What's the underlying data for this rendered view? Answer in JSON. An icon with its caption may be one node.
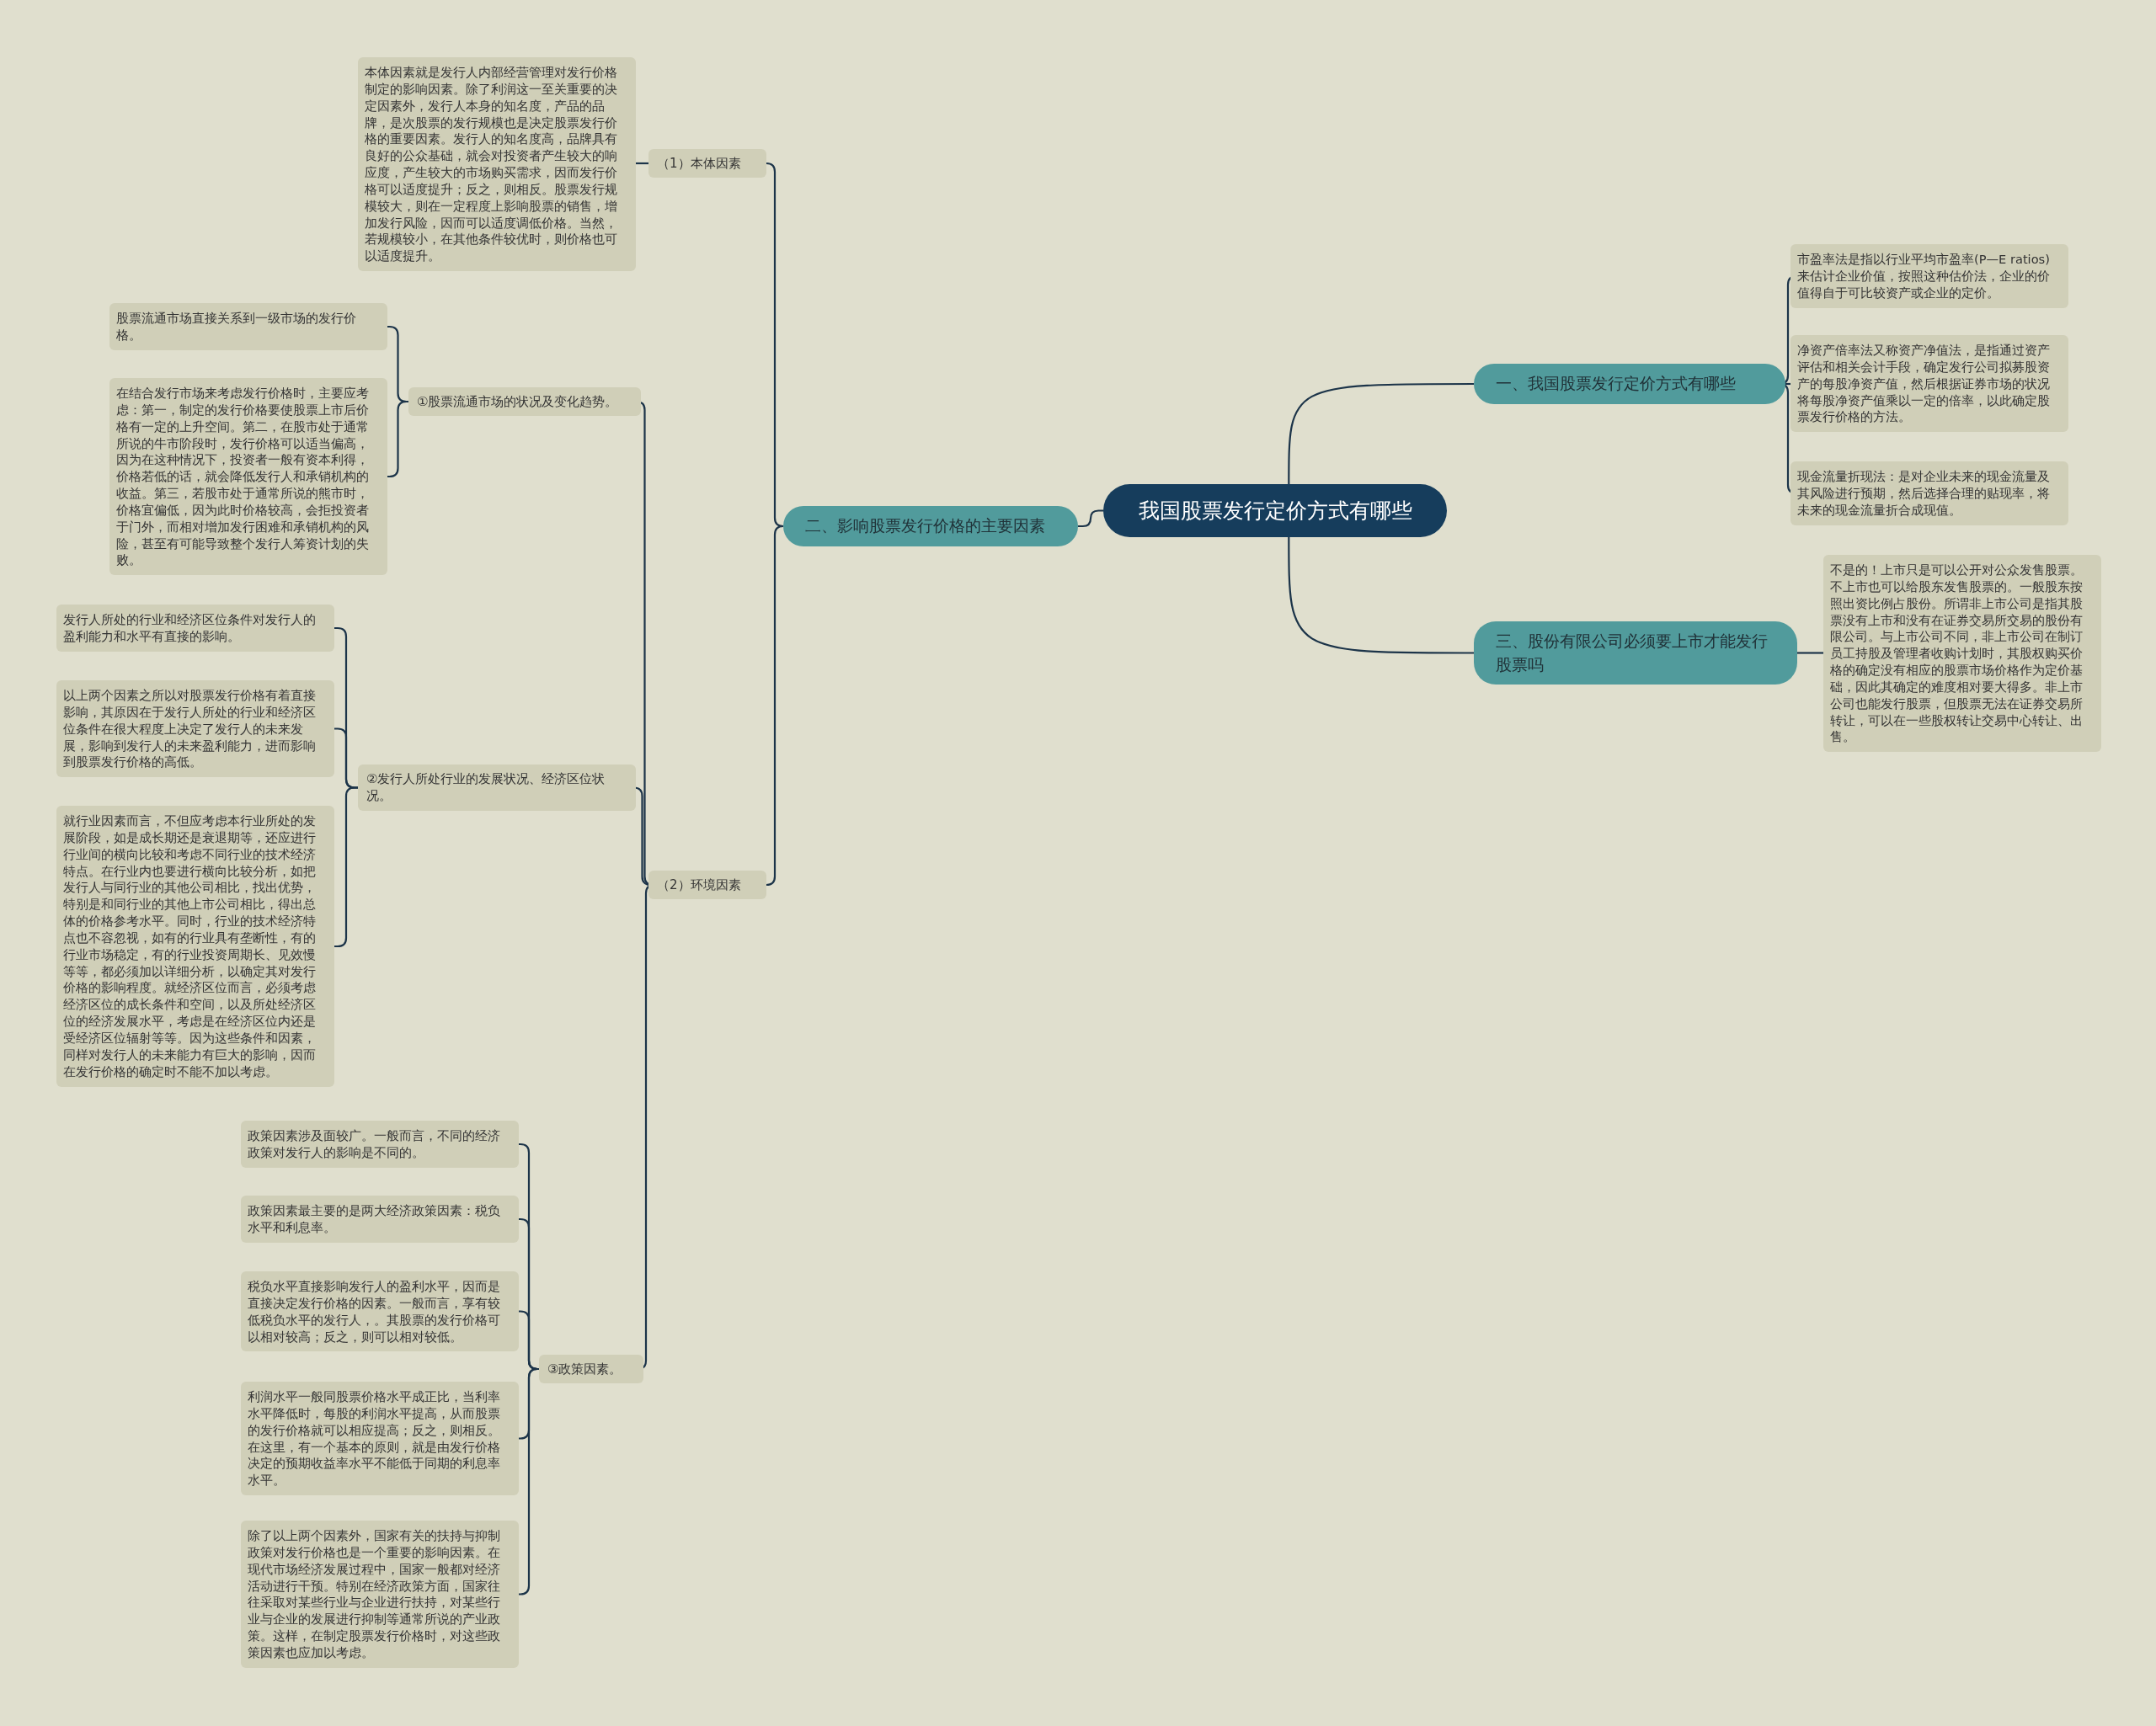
{
  "diagram": {
    "nodes": [
      {
        "text": [
          "我国股票发行定价方式有哪些"
        ]
      },
      {
        "text": [
          "一、我国股票发行定价方式有哪些"
        ]
      },
      {
        "text": [
          "市盈率法是指以行业平均市盈率(P—E ratios)来估计企业价值，按照这种估价法，企业的价值得自于可比较资产或企业的定价。"
        ]
      },
      {
        "text": [
          "净资产倍率法又称资产净值法，是指通过资产评估和相关会计手段，确定发行公司拟募股资产的每股净资产值，然后根据证券市场的状况将每股净资产值乘以一定的倍率，以此确定股票发行价格的方法。"
        ]
      },
      {
        "text": [
          "现金流量折现法：是对企业未来的现金流量及其风险进行预期，然后选择合理的贴现率，将未来的现金流量折合成现值。"
        ]
      },
      {
        "text": [
          "三、股份有限公司必须要上市才能发行股票吗"
        ]
      },
      {
        "text": [
          "不是的！上市只是可以公开对公众发售股票。不上市也可以给股东发售股票的。一般股东按照出资比例占股份。所谓非上市公司是指其股票没有上市和没有在证券交易所交易的股份有限公司。与上市公司不同，非上市公司在制订员工持股及管理者收购计划时，其股权购买价格的确定没有相应的股票市场价格作为定价基础，因此其确定的难度相对要大得多。非上市公司也能发行股票，但股票无法在证券交易所转让，可以在一些股权转让交易中心转让、出售。"
        ]
      },
      {
        "text": [
          "二、影响股票发行价格的主要因素"
        ]
      },
      {
        "text": [
          "（1）本体因素"
        ]
      },
      {
        "text": [
          "本体因素就是发行人内部经营管理对发行价格制定的影响因素。除了利润这一至关重要的决定因素外，发行人本身的知名度，产品的品牌，是次股票的发行规模也是决定股票发行价格的重要因素。发行人的知名度高，品牌具有良好的公众基础，就会对投资者产生较大的响应度，产生较大的市场购买需求，因而发行价格可以适度提升；反之，则相反。股票发行规模较大，则在一定程度上影响股票的销售，增加发行风险，因而可以适度调低价格。当然，若规模较小，在其他条件较优时，则价格也可以适度提升。"
        ]
      },
      {
        "text": [
          "（2）环境因素"
        ]
      },
      {
        "text": [
          "①股票流通市场的状况及变化趋势。"
        ]
      },
      {
        "text": [
          "股票流通市场直接关系到一级市场的发行价格。"
        ]
      },
      {
        "text": [
          "在结合发行市场来考虑发行价格时，主要应考虑：第一，制定的发行价格要使股票上市后价格有一定的上升空间。第二，在股市处于通常所说的牛市阶段时，发行价格可以适当偏高，因为在这种情况下，投资者一般有资本利得，价格若低的话，就会降低发行人和承销机构的收益。第三，若股市处于通常所说的熊市时，价格宜偏低，因为此时价格较高，会拒投资者于门外，而相对增加发行困难和承销机构的风险，甚至有可能导致整个发行人筹资计划的失败。"
        ]
      },
      {
        "text": [
          "②发行人所处行业的发展状况、经济区位状况。"
        ]
      },
      {
        "text": [
          "发行人所处的行业和经济区位条件对发行人的盈利能力和水平有直接的影响。"
        ]
      },
      {
        "text": [
          "以上两个因素之所以对股票发行价格有着直接影响，其原因在于发行人所处的行业和经济区位条件在很大程度上决定了发行人的未来发展，影响到发行人的未来盈利能力，进而影响到股票发行价格的高低。"
        ]
      },
      {
        "text": [
          "就行业因素而言，不但应考虑本行业所处的发展阶段，如是成长期还是衰退期等，还应进行行业间的横向比较和考虑不同行业的技术经济特点。在行业内也要进行横向比较分析，如把发行人与同行业的其他公司相比，找出优势，特别是和同行业的其他上市公司相比，得出总体的价格参考水平。同时，行业的技术经济特点也不容忽视，如有的行业具有垄断性，有的行业市场稳定，有的行业投资周期长、见效慢等等，都必须加以详细分析，以确定其对发行价格的影响程度。就经济区位而言，必须考虑经济区位的成长条件和空间，以及所处经济区位的经济发展水平，考虑是在经济区位内还是受经济区位辐射等等。因为这些条件和因素，同样对发行人的未来能力有巨大的影响，因而在发行价格的确定时不能不加以考虑。"
        ]
      },
      {
        "text": [
          "③政策因素。"
        ]
      },
      {
        "text": [
          "政策因素涉及面较广。一般而言，不同的经济政策对发行人的影响是不同的。"
        ]
      },
      {
        "text": [
          "政策因素最主要的是两大经济政策因素：税负水平和利息率。"
        ]
      },
      {
        "text": [
          "税负水平直接影响发行人的盈利水平，因而是直接决定发行价格的因素。一般而言，享有较低税负水平的发行人，。其股票的发行价格可以相对较高；反之，则可以相对较低。"
        ]
      },
      {
        "text": [
          "利润水平一般同股票价格水平成正比，当利率水平降低时，每股的利润水平提高，从而股票的发行价格就可以相应提高；反之，则相反。在这里，有一个基本的原则，就是由发行价格决定的预期收益率水平不能低于同期的利息率水平。"
        ]
      },
      {
        "text": [
          "除了以上两个因素外，国家有关的扶持与抑制政策对发行价格也是一个重要的影响因素。在现代市场经济发展过程中，国家一般都对经济活动进行干预。特别在经济政策方面，国家往往采取对某些行业与企业进行扶持，对某些行业与企业的发展进行抑制等通常所说的产业政策。这样，在制定股票发行价格时，对这些政策因素也应加以考虑。"
        ]
      }
    ],
    "edges": [
      {
        "from": 0,
        "to": 1,
        "arrow": "none"
      },
      {
        "from": 1,
        "to": 2,
        "arrow": "none"
      },
      {
        "from": 1,
        "to": 3,
        "arrow": "none"
      },
      {
        "from": 1,
        "to": 4,
        "arrow": "none"
      },
      {
        "from": 0,
        "to": 5,
        "arrow": "none"
      },
      {
        "from": 5,
        "to": 6,
        "arrow": "none"
      },
      {
        "from": 0,
        "to": 7,
        "arrow": "none"
      },
      {
        "from": 7,
        "to": 8,
        "arrow": "none"
      },
      {
        "from": 8,
        "to": 9,
        "arrow": "none"
      },
      {
        "from": 7,
        "to": 10,
        "arrow": "none"
      },
      {
        "from": 10,
        "to": 11,
        "arrow": "none"
      },
      {
        "from": 11,
        "to": 12,
        "arrow": "none"
      },
      {
        "from": 11,
        "to": 13,
        "arrow": "none"
      },
      {
        "from": 10,
        "to": 14,
        "arrow": "none"
      },
      {
        "from": 14,
        "to": 15,
        "arrow": "none"
      },
      {
        "from": 14,
        "to": 16,
        "arrow": "none"
      },
      {
        "from": 14,
        "to": 17,
        "arrow": "none"
      },
      {
        "from": 10,
        "to": 18,
        "arrow": "none"
      },
      {
        "from": 18,
        "to": 19,
        "arrow": "none"
      },
      {
        "from": 18,
        "to": 20,
        "arrow": "none"
      },
      {
        "from": 18,
        "to": 21,
        "arrow": "none"
      },
      {
        "from": 18,
        "to": 22,
        "arrow": "none"
      },
      {
        "from": 18,
        "to": 23,
        "arrow": "none"
      }
    ]
  }
}
